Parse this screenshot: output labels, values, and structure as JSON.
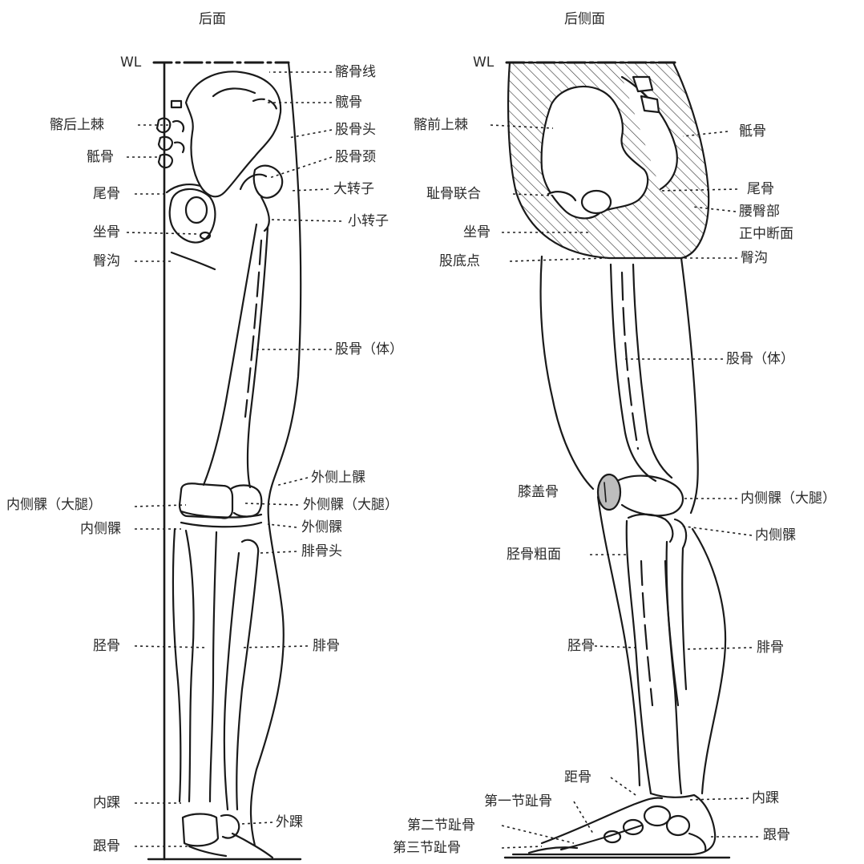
{
  "headings": {
    "back": "后面",
    "back_side": "后侧面"
  },
  "left": {
    "wl": "WL",
    "labels": {
      "iliac_crest_line": "髂骨线",
      "hip_bone": "髋骨",
      "posterior_superior_iliac_spine": "髂后上棘",
      "femoral_head": "股骨头",
      "femoral_neck": "股骨颈",
      "sacrum": "骶骨",
      "greater_trochanter": "大转子",
      "coccyx": "尾骨",
      "lesser_trochanter": "小转子",
      "ischium": "坐骨",
      "gluteal_fold": "臀沟",
      "femur_body": "股骨（体）",
      "lateral_epicondyle": "外侧上髁",
      "medial_condyle_thigh": "内侧髁（大腿）",
      "lateral_condyle_thigh": "外侧髁（大腿）",
      "medial_condyle": "内侧髁",
      "lateral_condyle": "外侧髁",
      "fibula_head": "腓骨头",
      "tibia": "胫骨",
      "fibula": "腓骨",
      "medial_malleolus": "内踝",
      "lateral_malleolus": "外踝",
      "calcaneus": "跟骨"
    }
  },
  "right": {
    "wl": "WL",
    "labels": {
      "anterior_superior_iliac_spine": "髂前上棘",
      "sacrum": "骶骨",
      "pubic_symphysis": "耻骨联合",
      "coccyx": "尾骨",
      "lumbar_gluteal": "腰臀部",
      "median_section": "正中断面",
      "ischium": "坐骨",
      "crotch_point": "股底点",
      "gluteal_fold": "臀沟",
      "femur_body": "股骨（体）",
      "patella": "膝盖骨",
      "medial_condyle_thigh": "内侧髁（大腿）",
      "medial_condyle": "内侧髁",
      "tibial_tuberosity": "胫骨粗面",
      "tibia": "胫骨",
      "fibula": "腓骨",
      "talus": "距骨",
      "medial_malleolus": "内踝",
      "first_phalanx": "第一节趾骨",
      "second_phalanx": "第二节趾骨",
      "calcaneus": "跟骨",
      "third_phalanx": "第三节趾骨"
    }
  },
  "colors": {
    "line": "#1a1a1a",
    "hatch": "#333333",
    "patella_fill": "#bdbdbd"
  }
}
